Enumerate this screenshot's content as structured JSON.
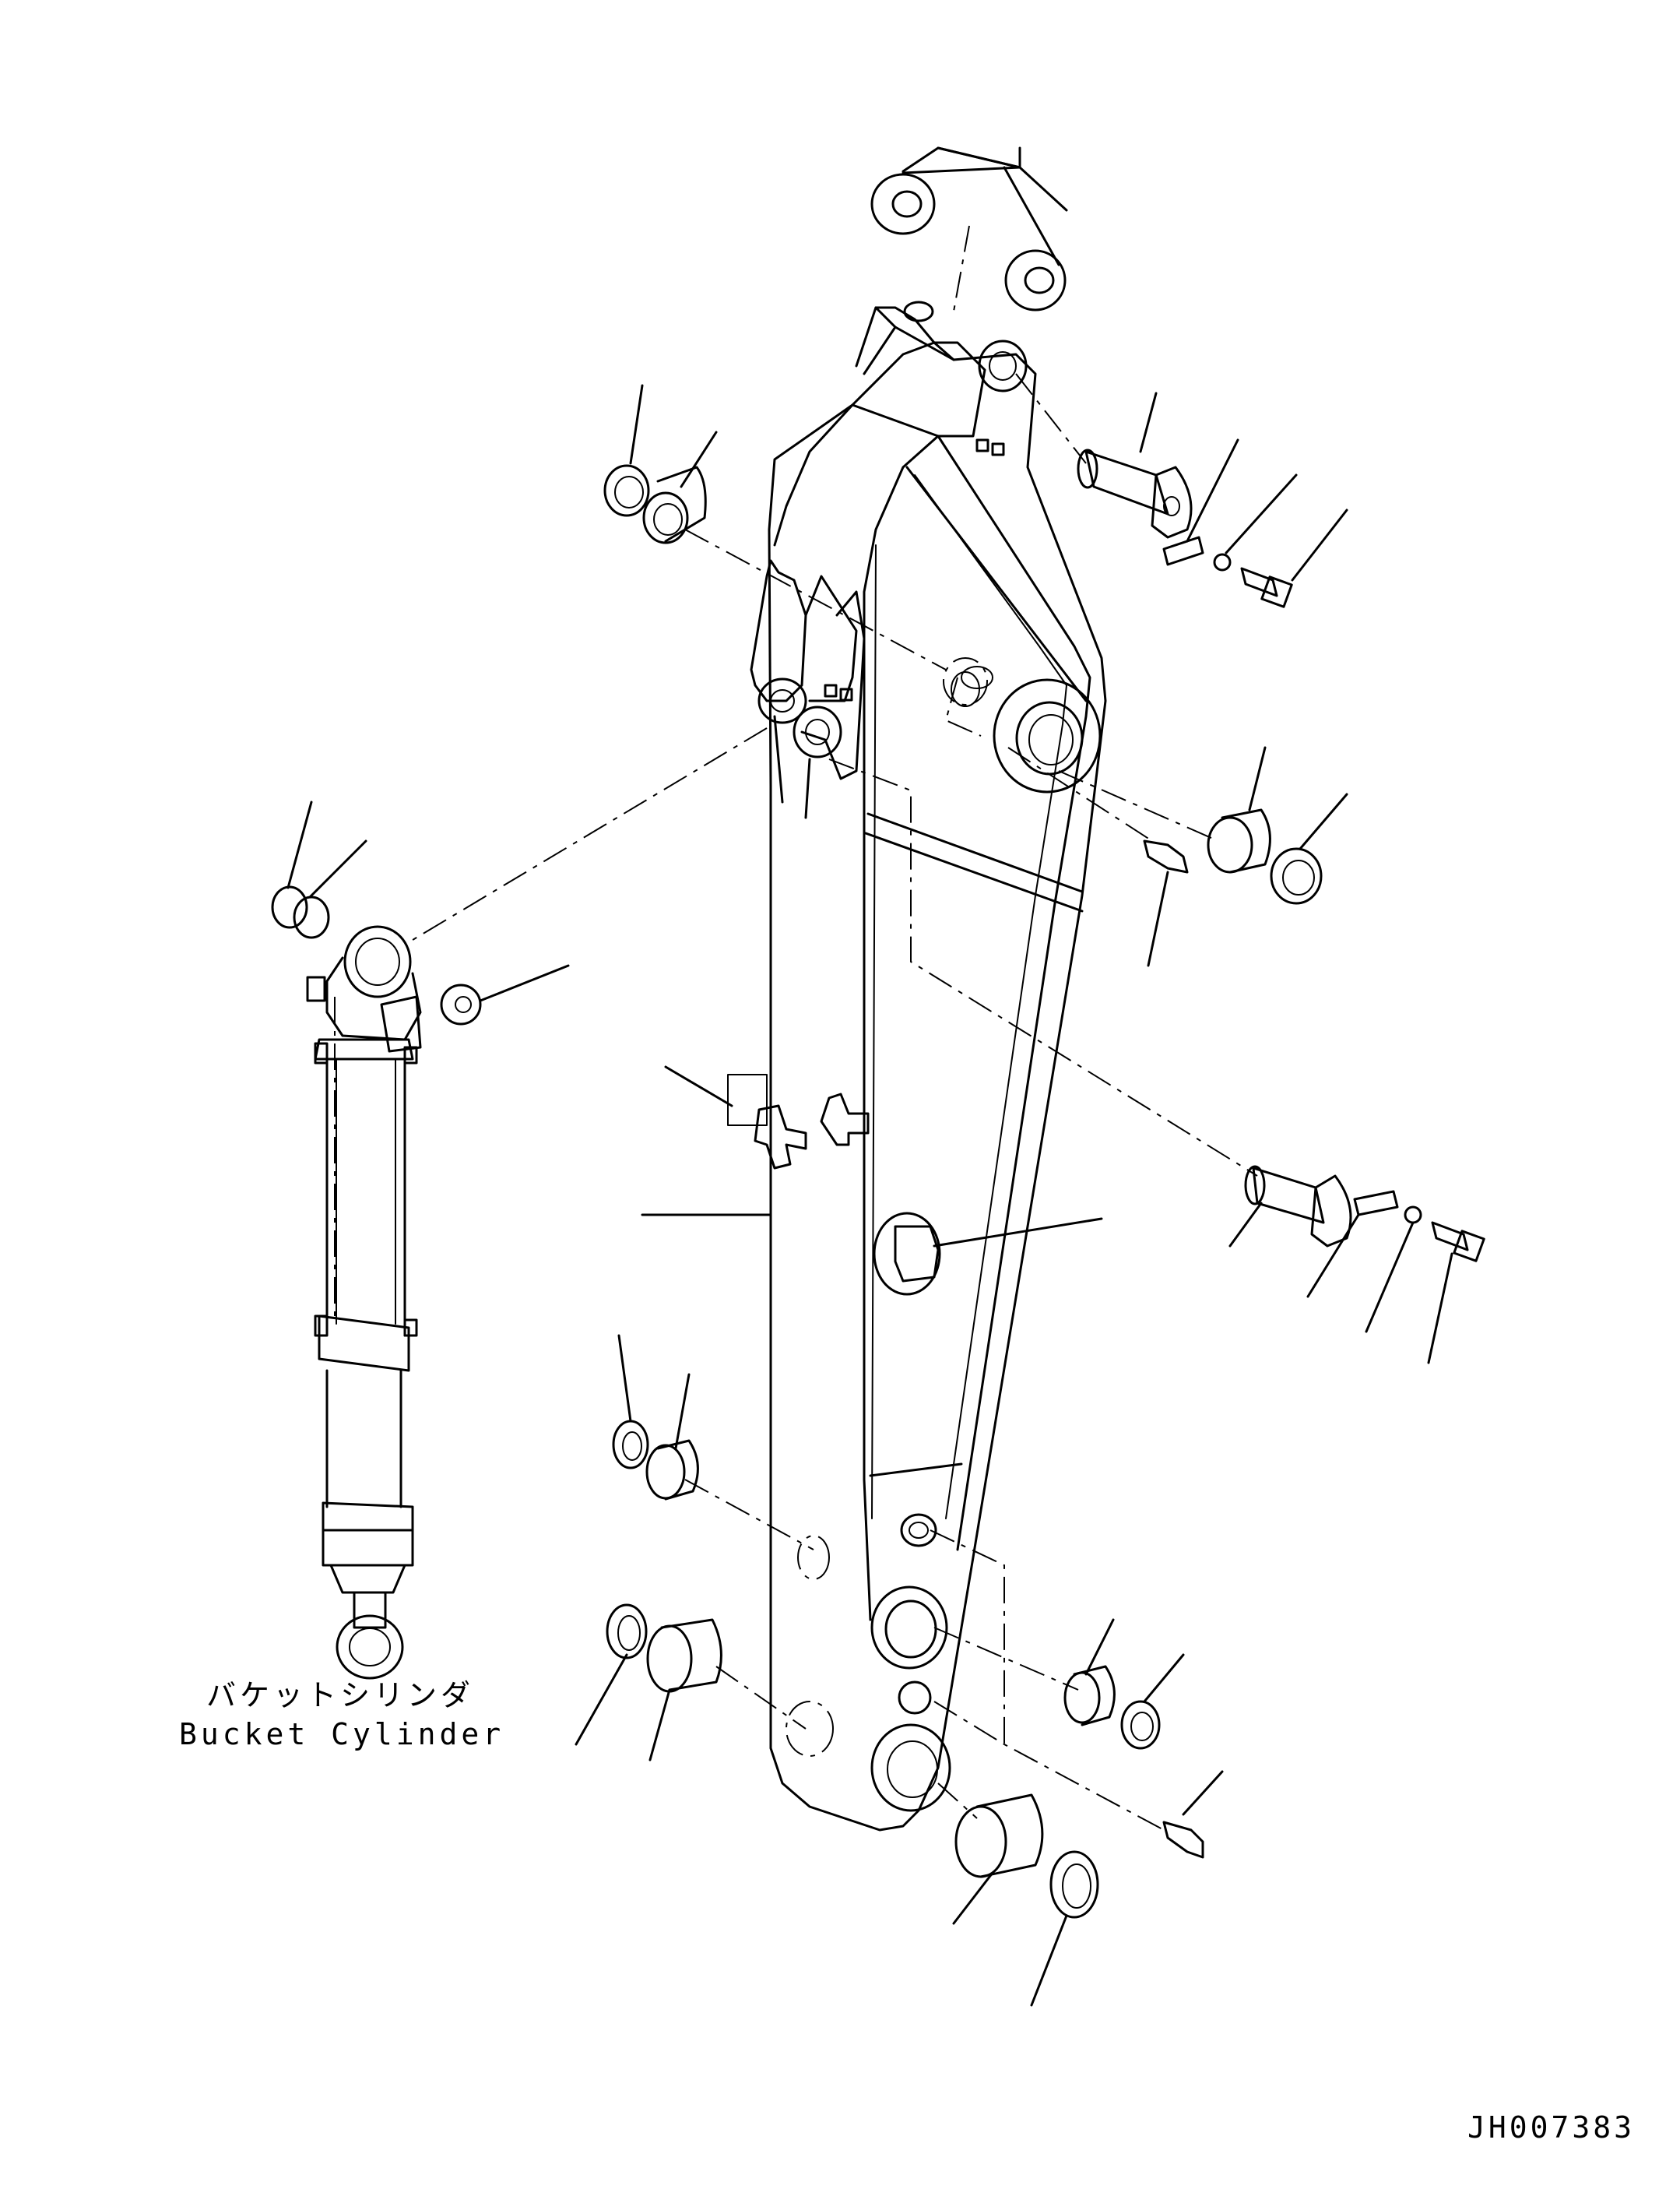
{
  "labels": {
    "cylinder_jp": "バケットシリンダ",
    "cylinder_en": "Bucket Cylinder",
    "drawing_code": "JH007383"
  }
}
